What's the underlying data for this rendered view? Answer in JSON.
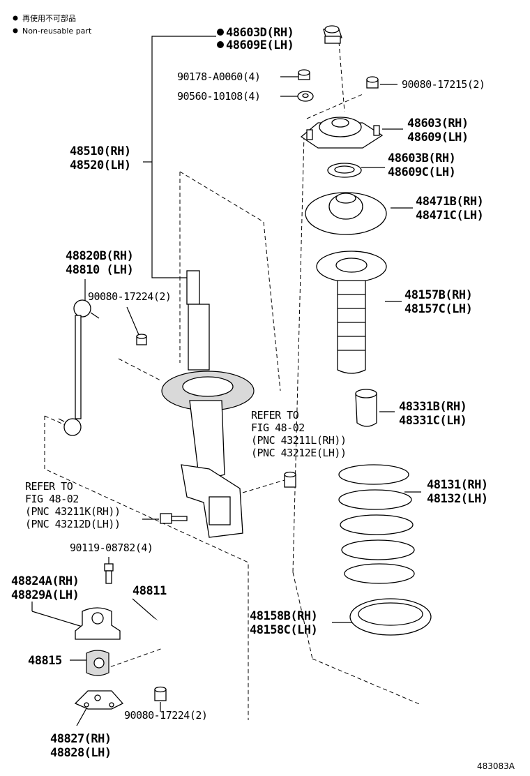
{
  "legend": {
    "non_reusable_jp": "再使用不可部品",
    "non_reusable_en": "Non-reusable part"
  },
  "figure_id": "483083A",
  "bullet": "●",
  "labels": {
    "p48603D": "48603D(RH)",
    "p48609E": "48609E(LH)",
    "p90178": "90178-A0060(4)",
    "p90560": "90560-10108(4)",
    "p90080_17215": "90080-17215(2)",
    "p48603": "48603(RH)",
    "p48609": "48609(LH)",
    "p48510": "48510(RH)",
    "p48520": "48520(LH)",
    "p48603B": "48603B(RH)",
    "p48609C": "48609C(LH)",
    "p48471B": "48471B(RH)",
    "p48471C": "48471C(LH)",
    "p48820B": "48820B(RH)",
    "p48810": "48810 (LH)",
    "p90080_17224a": "90080-17224(2)",
    "p48157B": "48157B(RH)",
    "p48157C": "48157C(LH)",
    "p48331B": "48331B(RH)",
    "p48331C": "48331C(LH)",
    "refer_right_1": "REFER TO",
    "refer_right_2": "FIG 48-02",
    "refer_right_3": "(PNC 43211L(RH))",
    "refer_right_4": "(PNC 43212E(LH))",
    "refer_left_1": "REFER TO",
    "refer_left_2": "FIG 48-02",
    "refer_left_3": "(PNC 43211K(RH))",
    "refer_left_4": "(PNC 43212D(LH))",
    "p48131": "48131(RH)",
    "p48132": "48132(LH)",
    "p90119": "90119-08782(4)",
    "p48824A": "48824A(RH)",
    "p48829A": "48829A(LH)",
    "p48811": "48811",
    "p48158B": "48158B(RH)",
    "p48158C": "48158C(LH)",
    "p48815": "48815",
    "p48827": "48827(RH)",
    "p48828": "48828(LH)",
    "p90080_17224b": "90080-17224(2)"
  }
}
